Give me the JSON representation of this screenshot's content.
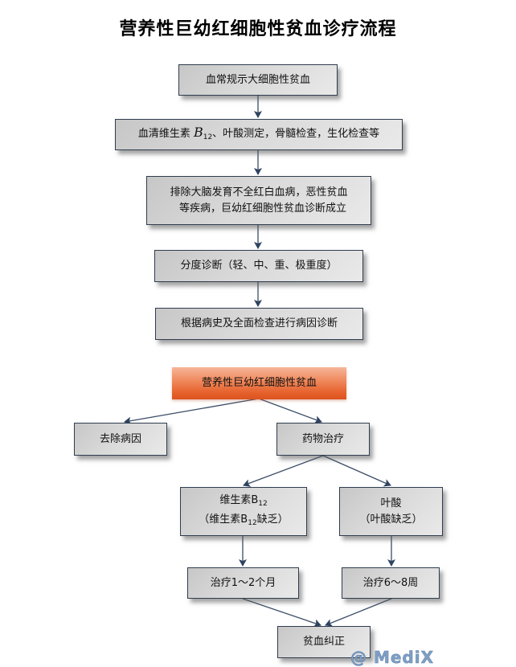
{
  "title": "营养性巨幼红细胞性贫血诊疗流程",
  "diagnosis_flow": {
    "step1": "血常规示大细胞性贫血",
    "step2": {
      "prefix": "血清维生素 ",
      "b": "B",
      "sub": "12",
      "suffix": "、叶酸测定，骨髓检查，生化检查等"
    },
    "step3": {
      "line1": "排除大脑发育不全红白血病，恶性贫血",
      "line2": "等疾病，巨幼红细胞性贫血诊断成立"
    },
    "step4": "分度诊断（轻、中、重、极重度）",
    "step5": "根据病史及全面检查进行病因诊断"
  },
  "treatment_flow": {
    "root": "营养性巨幼红细胞性贫血",
    "remove_cause": "去除病因",
    "drug_therapy": "药物治疗",
    "vitb12": {
      "line1_prefix": "维生素B",
      "line1_sub": "12",
      "line2_prefix": "（维生素B",
      "line2_sub": "12",
      "line2_suffix": "缺乏）"
    },
    "folic": {
      "line1": "叶酸",
      "line2": "（叶酸缺乏）"
    },
    "treat_b12": "治疗1～2个月",
    "treat_folic": "治疗6～8周",
    "result": "贫血纠正"
  },
  "colors": {
    "border": "#2f3d4f",
    "line": "#3a4d66",
    "root_fill": "#e5602b"
  },
  "watermark": "@ MediX"
}
